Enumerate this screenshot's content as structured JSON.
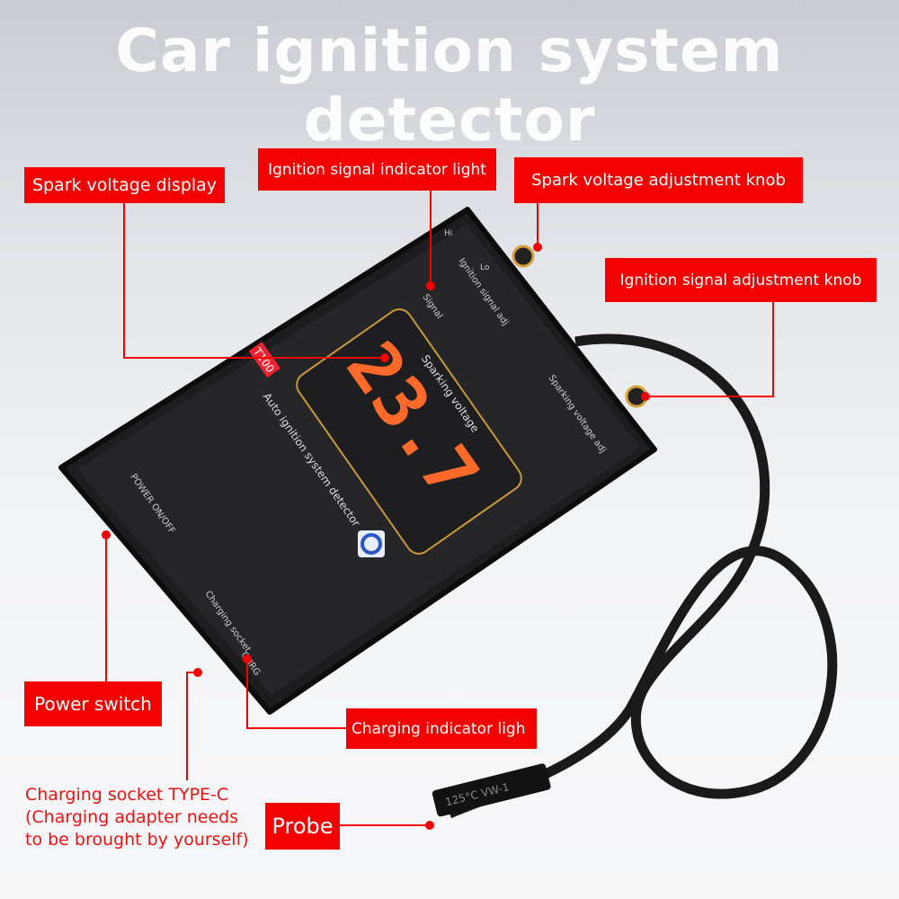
{
  "title": "Car ignition system detector",
  "device": {
    "display_value": "23.7",
    "model": "T100",
    "name_en": "Auto ignition system detector",
    "sparking_voltage": "Sparking voltage",
    "signal": "Signal",
    "ignition_signal_adj": "Ignition signal adj",
    "sparking_voltage_adj": "Sparking voltage adj",
    "power": "POWER ON/OFF",
    "charging_socket": "Charging socket",
    "chrg": "CHRG",
    "hi": "Hi",
    "lo": "Lo",
    "probe_print": "125°C VW-1"
  },
  "callouts": {
    "spark_voltage_display": "Spark voltage display",
    "ignition_signal_indicator": "Ignition signal indicator light",
    "spark_voltage_knob": "Spark voltage adjustment knob",
    "ignition_signal_knob": "Ignition signal adjustment knob",
    "power_switch": "Power switch",
    "charging_indicator": "Charging indicator ligh",
    "charging_socket": [
      "Charging socket TYPE-C",
      "(Charging adapter needs",
      "to be brought by yourself)"
    ],
    "probe": "Probe"
  },
  "colors": {
    "accent": "#f40000",
    "device": "#1c1c1e",
    "display": "#ff5a2a"
  }
}
